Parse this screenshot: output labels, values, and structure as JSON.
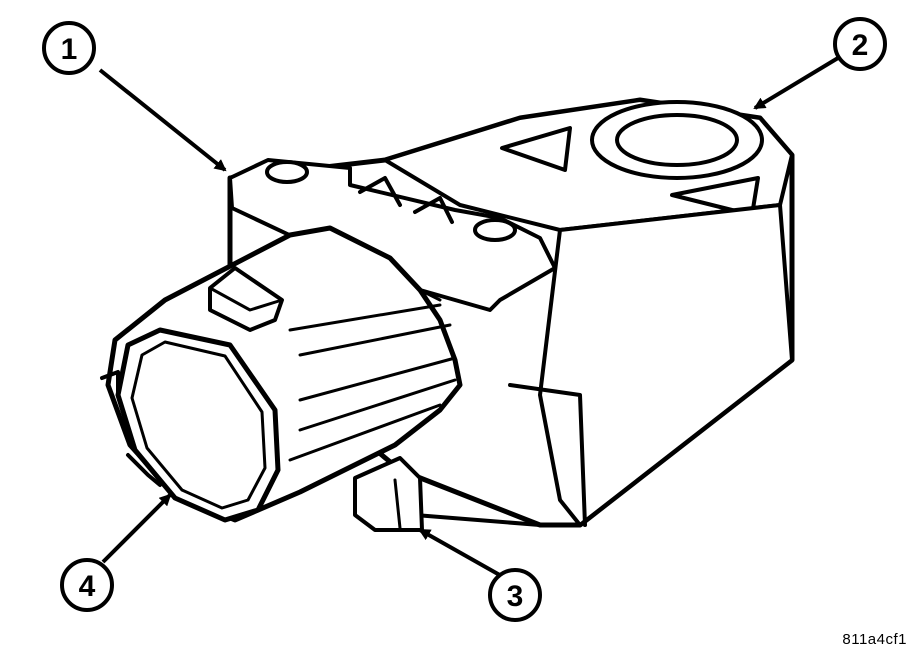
{
  "callouts": [
    {
      "id": "1",
      "label": "1"
    },
    {
      "id": "2",
      "label": "2"
    },
    {
      "id": "3",
      "label": "3"
    },
    {
      "id": "4",
      "label": "4"
    }
  ],
  "figure_code": "811a4cf1",
  "colors": {
    "line": "#000000",
    "fill": "#ffffff"
  }
}
